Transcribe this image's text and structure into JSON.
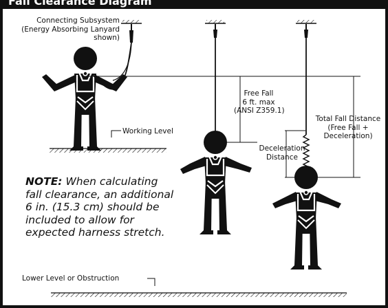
{
  "header": {
    "title": "Fall Clearance Diagram"
  },
  "labels": {
    "connecting_subsystem_1": "Connecting Subsystem",
    "connecting_subsystem_2": "(Energy Absorbing Lanyard",
    "connecting_subsystem_3": "shown)",
    "free_fall_1": "Free Fall",
    "free_fall_2": "6 ft. max",
    "free_fall_3": "(ANSI Z359.1)",
    "total_fall_1": "Total Fall Distance",
    "total_fall_2": "(Free Fall +",
    "total_fall_3": "Deceleration)",
    "deceleration_1": "Deceleration",
    "deceleration_2": "Distance",
    "working_level": "Working Level",
    "lower_level": "Lower Level or Obstruction"
  },
  "note": {
    "heading": "NOTE:",
    "text": "When calculating fall clearance, an additional 6 in. (15.3 cm) should be included to allow for expected harness stretch."
  }
}
